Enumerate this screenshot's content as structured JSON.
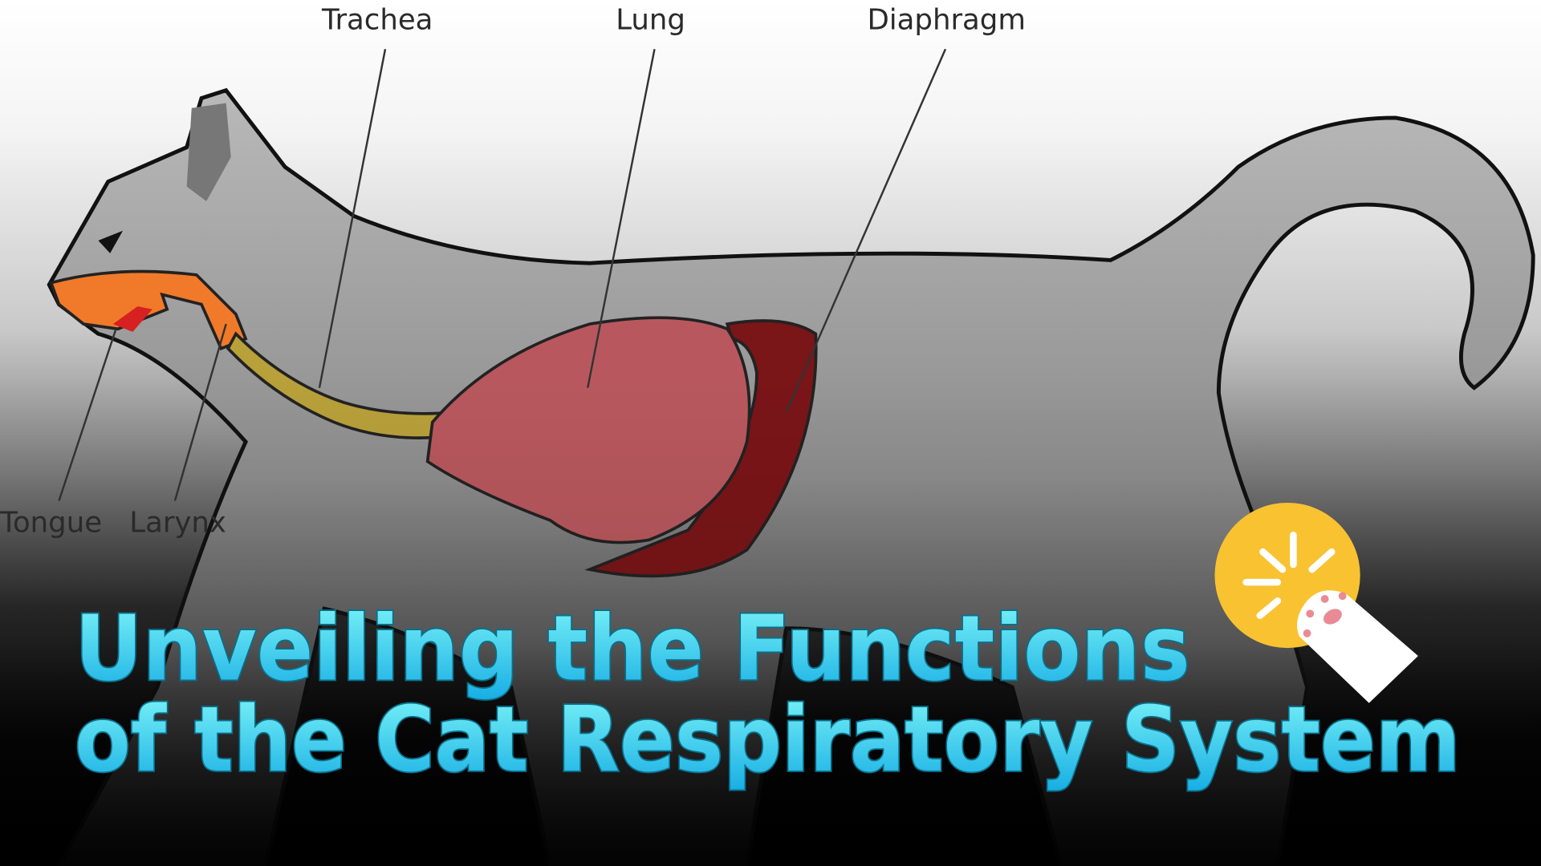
{
  "diagram": {
    "labels": {
      "trachea": "Trachea",
      "lung": "Lung",
      "diaphragm": "Diaphragm",
      "tongue": "Tongue",
      "larynx": "Larynx"
    }
  },
  "title": {
    "line1": "Unveiling the Functions",
    "line2": "of the Cat Respiratory System"
  },
  "badge": {
    "icon": "cat-paw-click-icon"
  },
  "colors": {
    "title_top": "#6ff3f7",
    "title_bottom": "#19b2e6",
    "badge": "#f8c231",
    "lung": "#b8585e",
    "diaphragm": "#7a1518",
    "airway": "#f07a2a",
    "trachea": "#b8a03a",
    "cat": "#a9a9a9"
  }
}
